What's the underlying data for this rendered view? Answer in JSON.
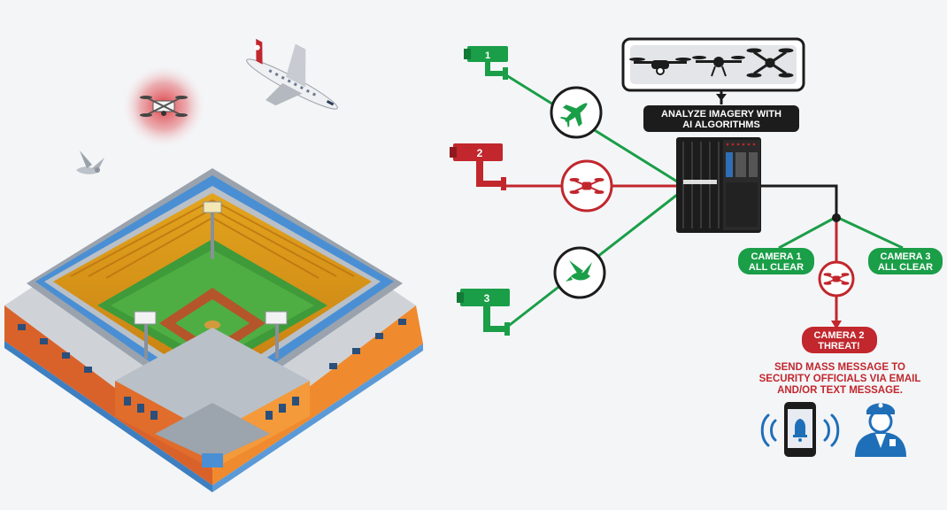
{
  "cameras": [
    {
      "number": "1",
      "color": "#1a9e48"
    },
    {
      "number": "2",
      "color": "#c1272d"
    },
    {
      "number": "3",
      "color": "#1a9e48"
    }
  ],
  "analyze": {
    "line1": "ANALYZE IMAGERY WITH",
    "line2": "AI ALGORITHMS"
  },
  "results": {
    "cam1": {
      "line1": "CAMERA 1",
      "line2": "ALL CLEAR"
    },
    "cam3": {
      "line1": "CAMERA 3",
      "line2": "ALL CLEAR"
    },
    "cam2": {
      "line1": "CAMERA 2",
      "line2": "THREAT!"
    }
  },
  "message": {
    "line1": "SEND MASS MESSAGE TO",
    "line2": "SECURITY OFFICIALS VIA EMAIL",
    "line3": "AND/OR TEXT MESSAGE."
  },
  "colors": {
    "green": "#1a9e48",
    "red": "#c1272d",
    "dark": "#1c1c1c",
    "alert_blue": "#1f6fb8"
  },
  "icons": [
    "airplane-icon",
    "drone-icon",
    "bird-icon",
    "security-camera-icon",
    "smartphone-bell-icon",
    "security-officer-icon",
    "ai-server-icon"
  ]
}
